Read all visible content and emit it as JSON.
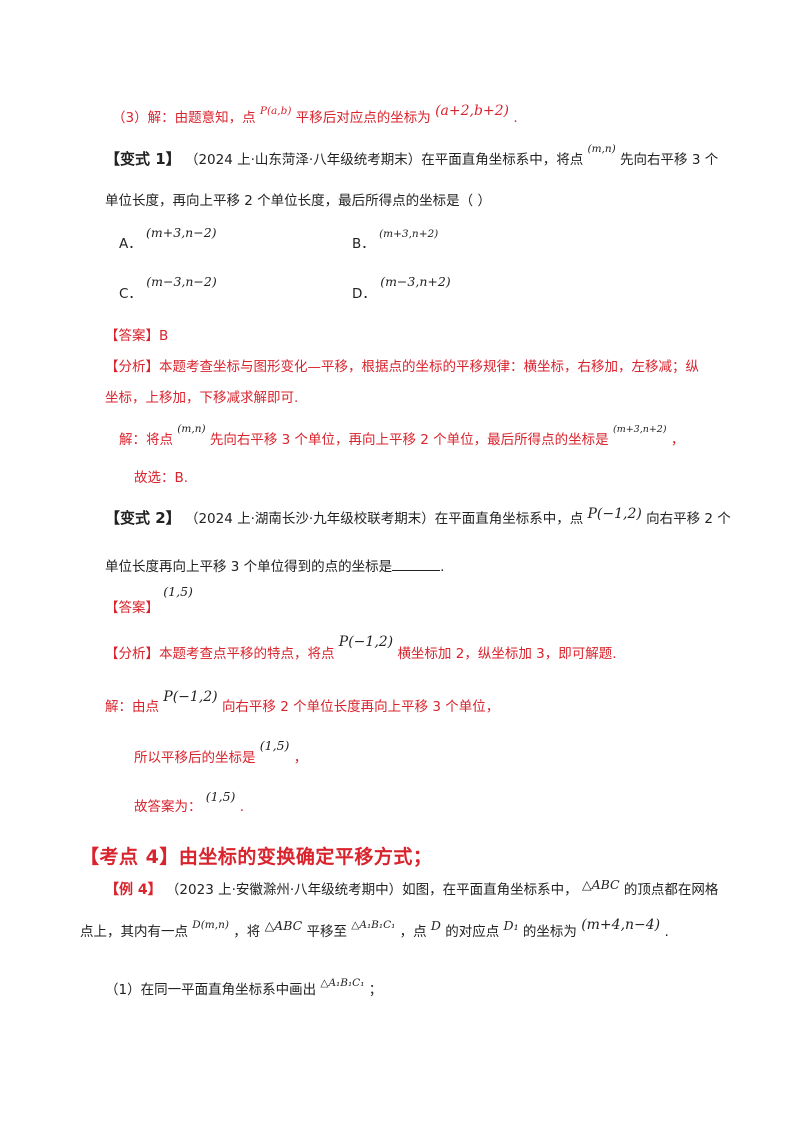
{
  "p3": {
    "prefix": "（3）解：由题意知，点",
    "m1": "P(a,b)",
    "mid": "平移后对应点的坐标为",
    "m2": "(a+2,b+2)",
    "end": "."
  },
  "v1": {
    "tag": "【变式 1】",
    "src": "（2024 上·山东菏泽·八年级统考期末）在平面直角坐标系中，将点",
    "m1": "(m,n)",
    "tail": "先向右平移 3 个",
    "line2": "单位长度，再向上平移 2 个单位长度，最后所得点的坐标是（     ）",
    "optA_label": "A．",
    "optA": "(m+3,n−2)",
    "optB_label": "B．",
    "optB": "(m+3,n+2)",
    "optC_label": "C．",
    "optC": "(m−3,n−2)",
    "optD_label": "D．",
    "optD": "(m−3,n+2)",
    "answer": "【答案】B",
    "analysis1": "【分析】本题考查坐标与图形变化—平移，根据点的坐标的平移规律：横坐标，右移加，左移减；纵",
    "analysis2": "坐标，上移加，下移减求解即可.",
    "sol_pre": "解：将点",
    "sol_m1": "(m,n)",
    "sol_mid": "先向右平移 3 个单位，再向上平移 2 个单位，最后所得点的坐标是",
    "sol_m2": "(m+3,n+2)",
    "sol_end": "，",
    "choose": "故选：B."
  },
  "v2": {
    "tag": "【变式 2】",
    "src": "（2024 上·湖南长沙·九年级校联考期末）在平面直角坐标系中，点",
    "m1": "P(−1,2)",
    "tail": "向右平移 2 个",
    "line2": "单位长度再向上平移 3 个单位得到的点的坐标是",
    "line2_end": ".",
    "answer": "【答案】",
    "answer_m": "(1,5)",
    "analysis_pre": "【分析】本题考查点平移的特点，将点",
    "analysis_m": "P(−1,2)",
    "analysis_post": "横坐标加 2，纵坐标加 3，即可解题.",
    "sol_pre": "解：由点",
    "sol_m": "P(−1,2)",
    "sol_post": "向右平移 2 个单位长度再向上平移 3 个单位，",
    "so_pre": "所以平移后的坐标是",
    "so_m": "(1,5)",
    "so_end": "，",
    "ans_pre": "故答案为：",
    "ans_m": "(1,5)",
    "ans_end": "."
  },
  "k4": {
    "heading": "【考点 4】由坐标的变换确定平移方式；",
    "ex_tag": "【例 4】",
    "ex_src": "（2023 上·安徽滁州·八年级统考期中）如图，在平面直角坐标系中，",
    "ex_m1": "△ABC",
    "ex_tail": "的顶点都在网格",
    "l2_a": "点上，其内有一点",
    "l2_m1": "D(m,n)",
    "l2_b": "，将",
    "l2_m2": "△ABC",
    "l2_c": "平移至",
    "l2_m3": "△A₁B₁C₁",
    "l2_d": "，点",
    "l2_m4": "D",
    "l2_e": "的对应点",
    "l2_m5": "D₁",
    "l2_f": "的坐标为",
    "l2_m6": "(m+4,n−4)",
    "l2_end": ".",
    "q1_pre": "（1）在同一平面直角坐标系中画出",
    "q1_m": "△A₁B₁C₁",
    "q1_end": "；"
  }
}
